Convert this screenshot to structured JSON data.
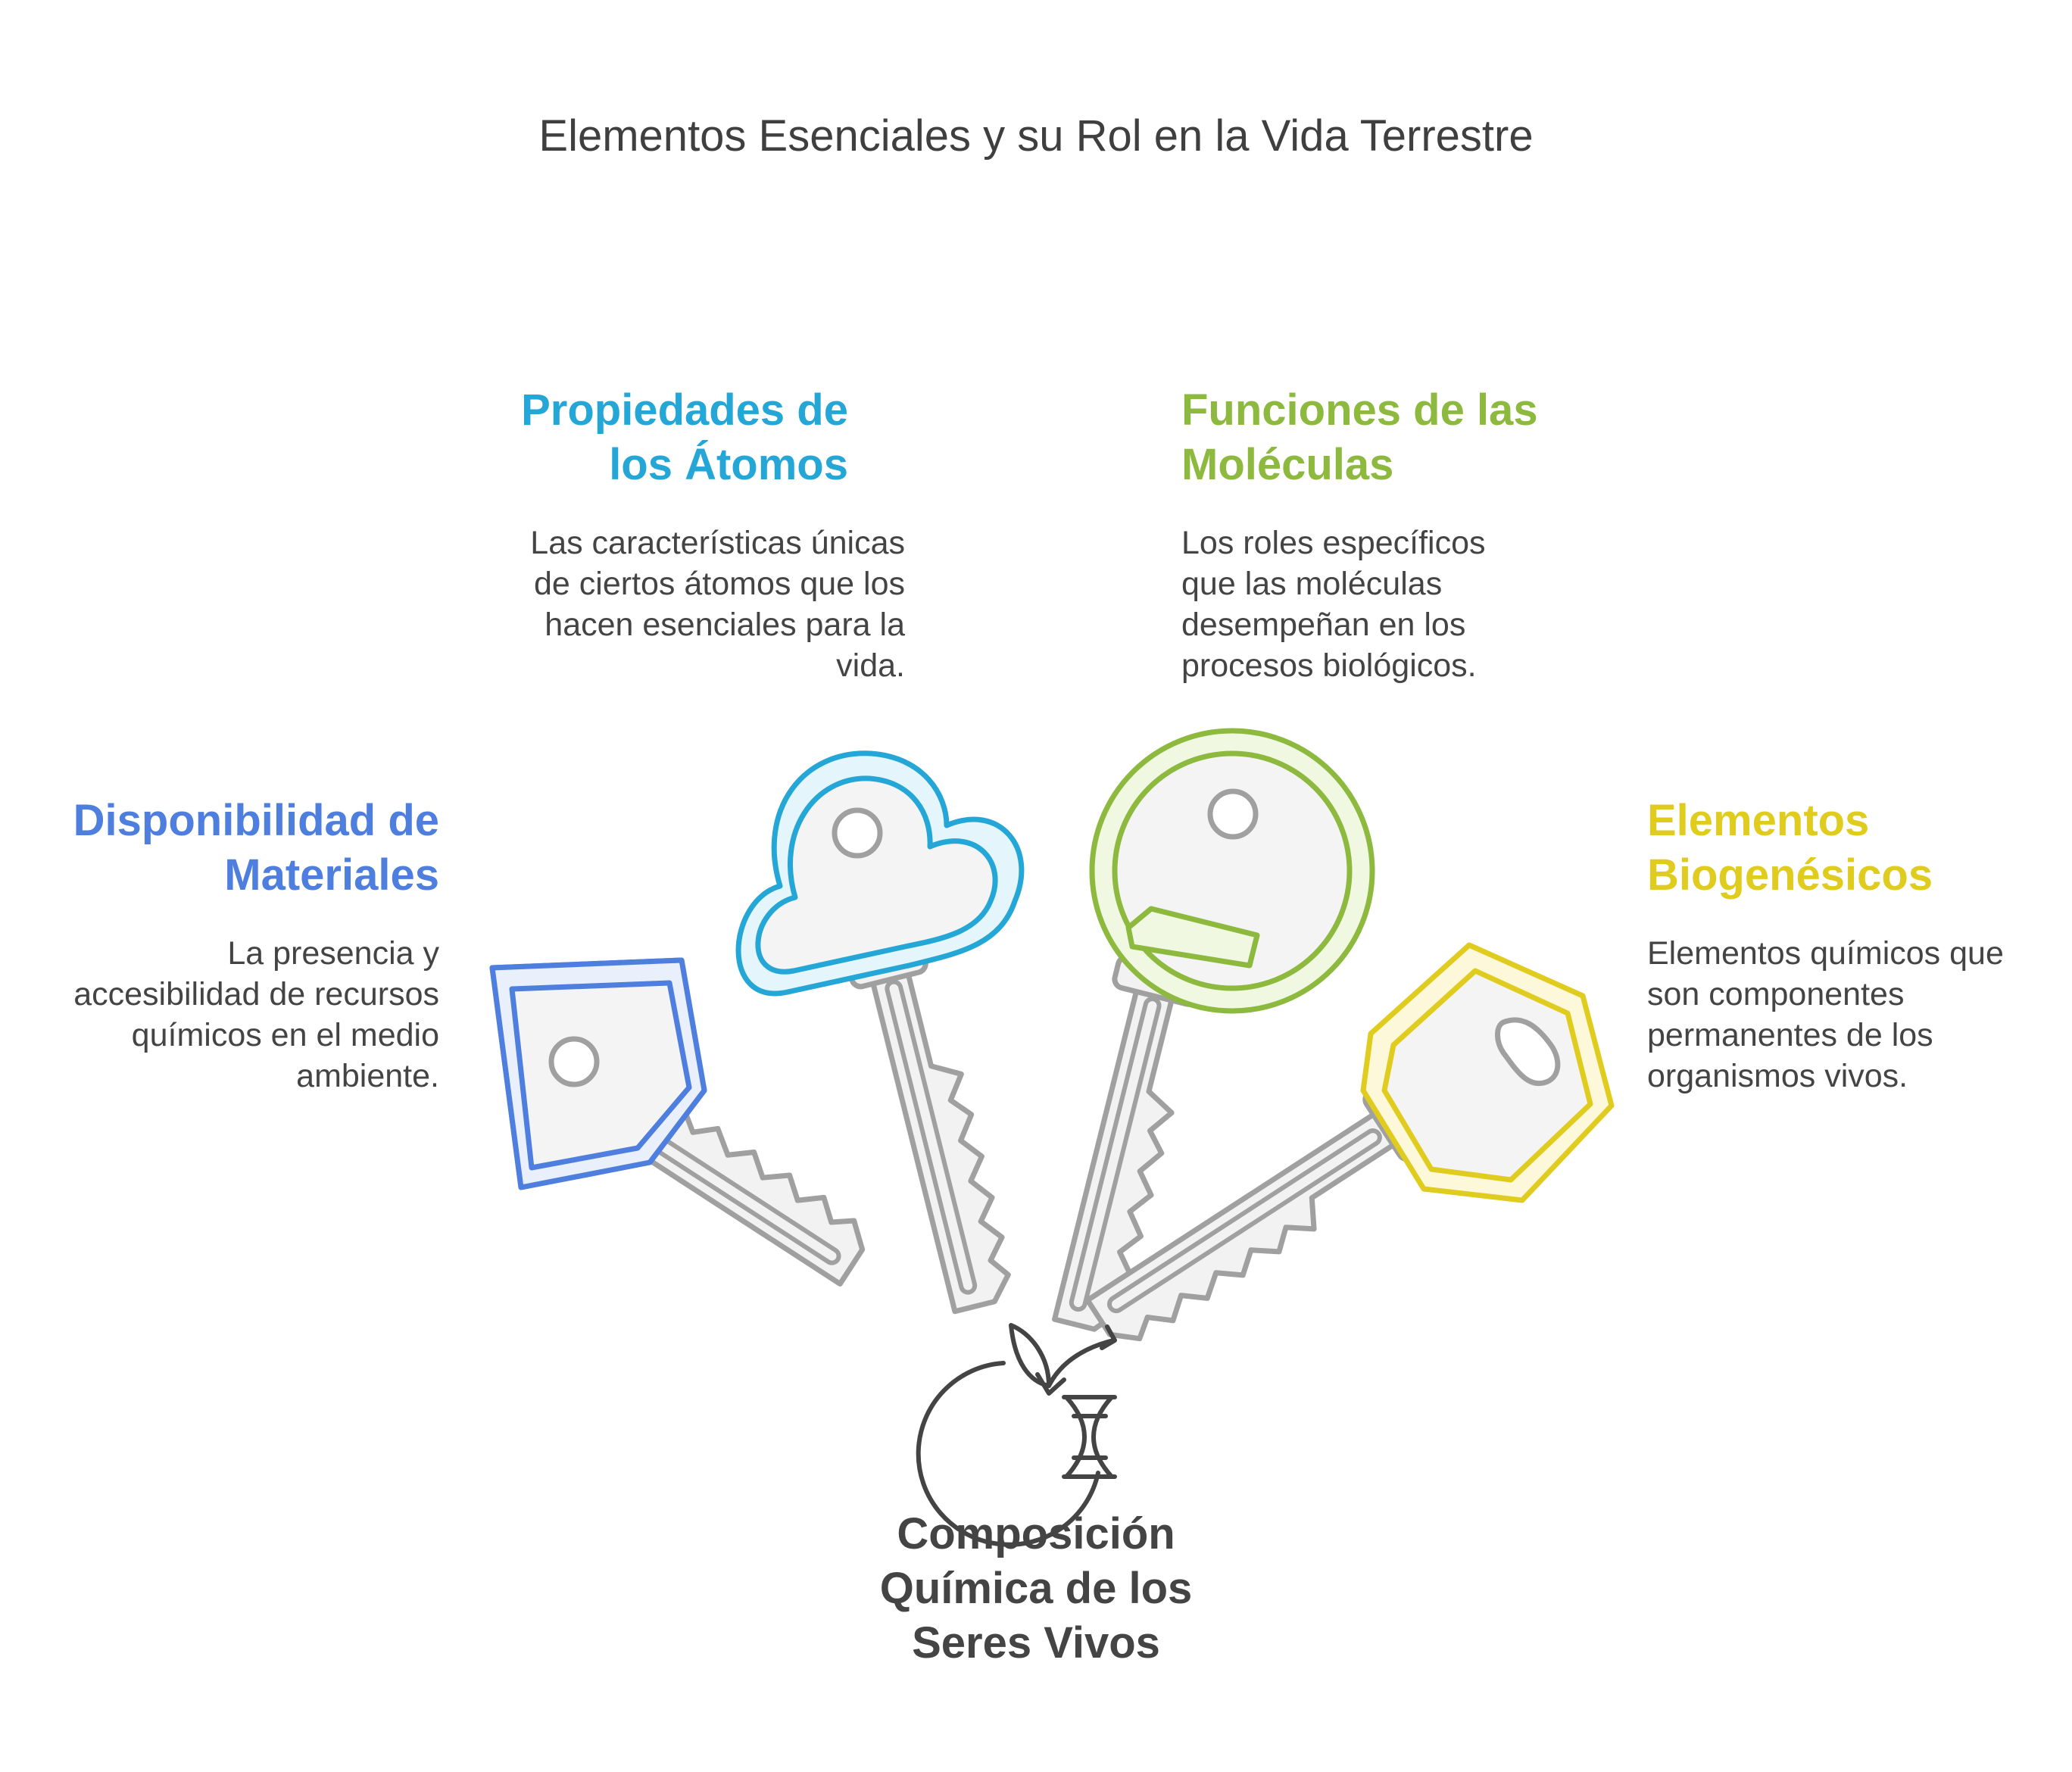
{
  "title": "Elementos Esenciales y su Rol en la Vida Terrestre",
  "center": {
    "heading": "Composición Química de los Seres Vivos",
    "icon": "plant-dna-cycle-icon",
    "color": "#444444"
  },
  "items": [
    {
      "heading": "Disponibilidad de Materiales",
      "description": "La presencia y accesibilidad de recursos químicos en el medio ambiente.",
      "color": "#4f7fde",
      "key_fill": "#eaf0fb",
      "icon": "square-key-icon"
    },
    {
      "heading": "Propiedades de los Átomos",
      "description": "Las características únicas de ciertos átomos que los hacen esenciales para la vida.",
      "color": "#24a6d6",
      "key_fill": "#e4f5fb",
      "icon": "cloud-key-icon"
    },
    {
      "heading": "Funciones de las Moléculas",
      "description": "Los roles específicos que las moléculas desempeñan en los procesos biológicos.",
      "color": "#8cb93e",
      "key_fill": "#f1f8e2",
      "icon": "round-key-icon"
    },
    {
      "heading": "Elementos Biogenésicos",
      "description": "Elementos químicos que son componentes permanentes de los organismos vivos.",
      "color": "#e0cc1f",
      "key_fill": "#fcf8d9",
      "icon": "hexagon-key-icon"
    }
  ]
}
